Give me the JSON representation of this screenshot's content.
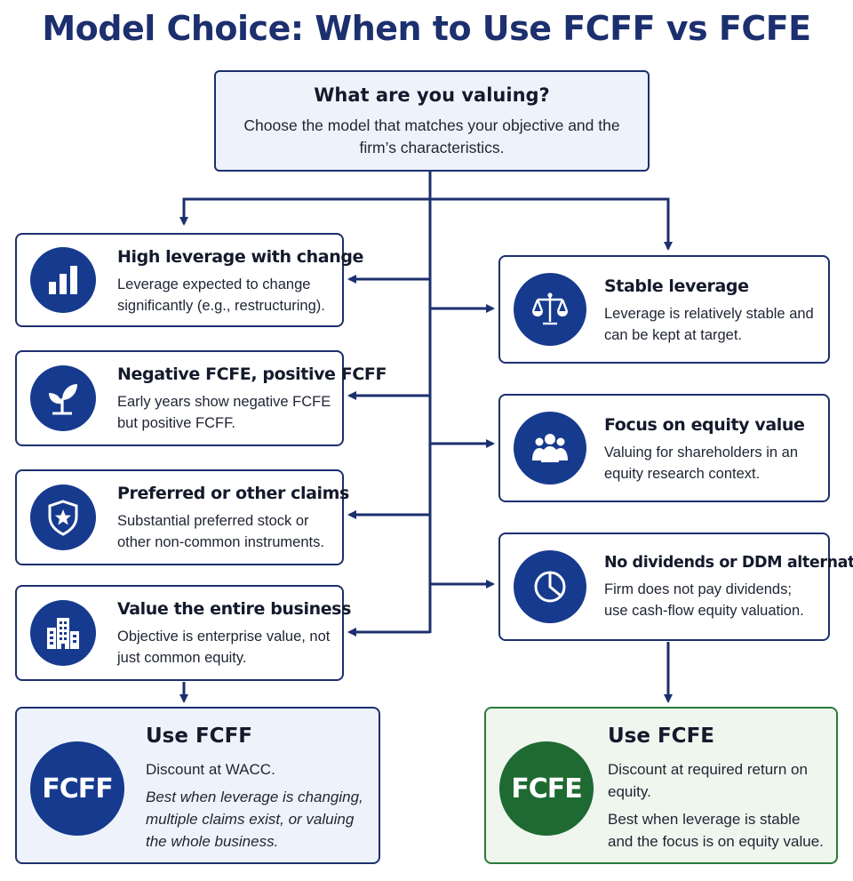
{
  "title": "Model Choice: When to Use FCFF vs FCFE",
  "question": {
    "heading": "What are you valuing?",
    "description": "Choose the model that matches your objective and the firm’s characteristics."
  },
  "fcff_criteria": [
    {
      "icon": "bar-chart-icon",
      "heading": "High leverage with change",
      "body": "Leverage expected to change significantly (e.g., restructuring)."
    },
    {
      "icon": "sprout-icon",
      "heading": "Negative FCFE, positive FCFF",
      "body": "Early years show negative FCFE but positive FCFF."
    },
    {
      "icon": "shield-star-icon",
      "heading": "Preferred or other claims",
      "body": "Substantial preferred stock or other non-common instruments."
    },
    {
      "icon": "building-icon",
      "heading": "Value the entire business",
      "body": "Objective is enterprise value, not just common equity."
    }
  ],
  "fcfe_criteria": [
    {
      "icon": "scales-icon",
      "heading": "Stable leverage",
      "body": "Leverage is relatively stable and can be kept at target."
    },
    {
      "icon": "people-icon",
      "heading": "Focus on equity value",
      "body": "Valuing for shareholders in an equity research context."
    },
    {
      "icon": "pie-chart-icon",
      "heading": "No dividends or DDM alternative",
      "body": "Firm does not pay dividends; use cash-flow equity valuation."
    }
  ],
  "result_fcff": {
    "badge": "FCFF",
    "heading": "Use FCFF",
    "line1": "Discount at WACC.",
    "line2": "Best when leverage is changing, multiple claims exist, or valuing the whole business."
  },
  "result_fcfe": {
    "badge": "FCFE",
    "heading": "Use FCFE",
    "line1": "Discount at required return on equity.",
    "line2": "Best when leverage is stable and the focus is on equity value."
  },
  "colors": {
    "navy": "#1c2f6e",
    "icon_blue": "#163a8e",
    "green": "#1e6a32",
    "light_blue_bg": "#eef3fb",
    "light_green_bg": "#eef6ee"
  }
}
